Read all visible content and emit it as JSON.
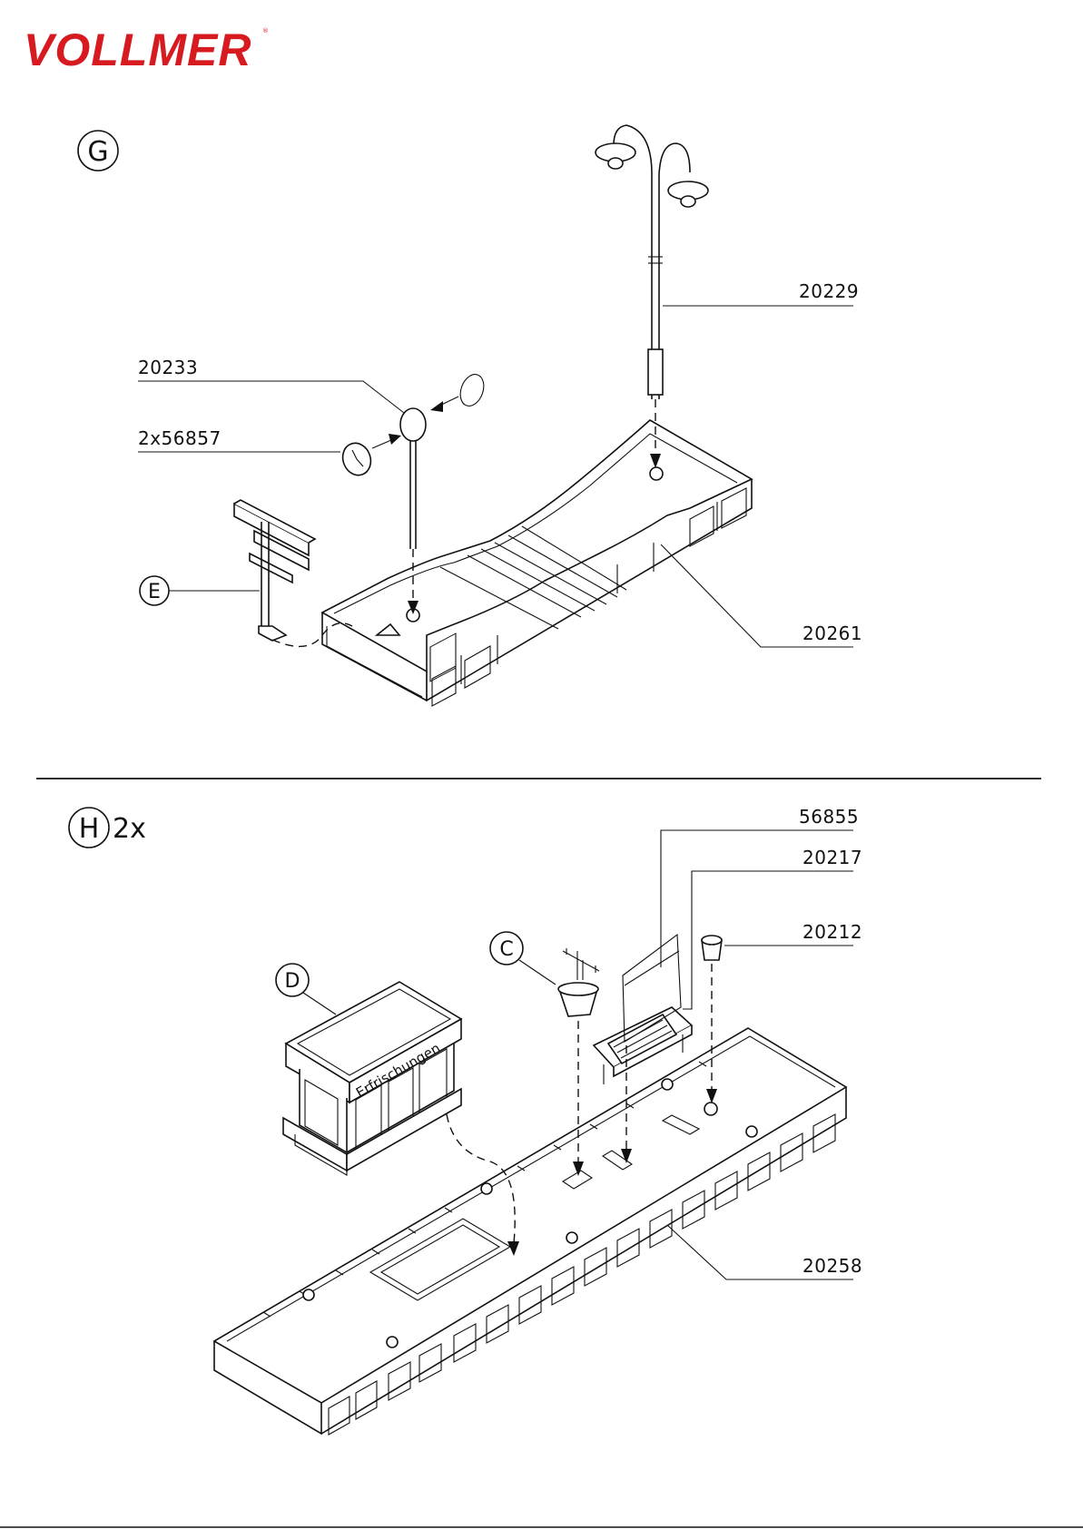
{
  "brand": {
    "logo_text": "VOLLMER",
    "logo_color": "#d71920"
  },
  "section_g": {
    "marker": "G",
    "callouts": {
      "lamp": "20229",
      "clock": "20233",
      "clock_face": "2x56857",
      "platform": "20261",
      "sign_marker": "E"
    }
  },
  "section_h": {
    "marker": "H",
    "multiplier": "2x",
    "callouts": {
      "poster": "56855",
      "bench": "20217",
      "bin": "20212",
      "platform": "20258",
      "kiosk_marker": "D",
      "basket_marker": "C"
    },
    "kiosk_sign": "Erfrischungen"
  },
  "icons": [
    "lamp-icon",
    "clock-icon",
    "sign-post-icon",
    "kiosk-icon",
    "bench-icon",
    "bin-icon",
    "basket-icon"
  ]
}
